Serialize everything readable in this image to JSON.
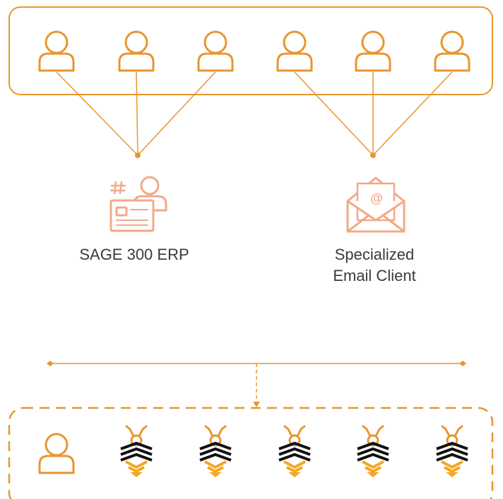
{
  "colors": {
    "accent": "#E8962F",
    "accent_light": "#F2A98A",
    "bee_black": "#111111",
    "text": "#3a3a3a"
  },
  "icons": {
    "user": "user-icon",
    "erp": "id-card-icon",
    "email": "envelope-at-icon",
    "bee": "bee-icon"
  },
  "nodes": {
    "sage": {
      "label": "SAGE 300 ERP"
    },
    "email": {
      "label_line1": "Specialized",
      "label_line2": "Email Client"
    }
  },
  "groups": {
    "top_users": {
      "count": 6
    },
    "bottom_agents": {
      "users": 1,
      "bees": 5
    }
  }
}
